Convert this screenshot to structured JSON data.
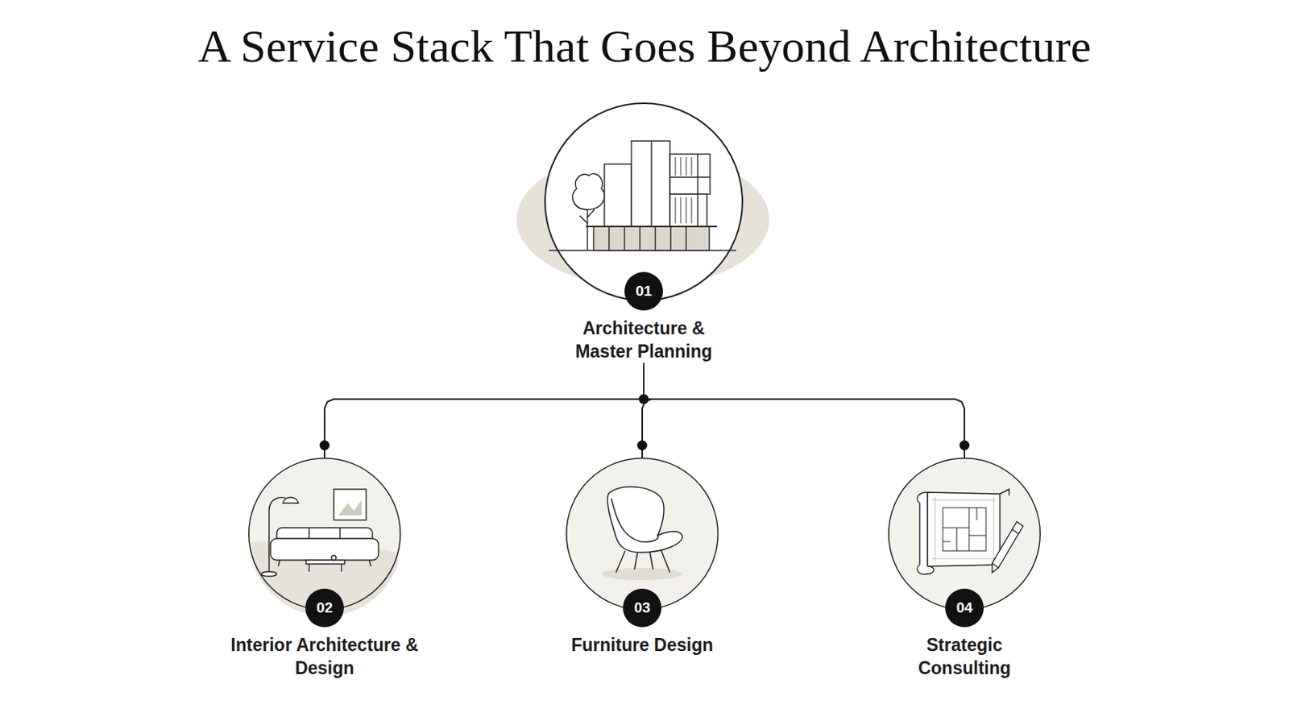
{
  "diagram": {
    "title": "A Service Stack That Goes Beyond Architecture",
    "nodes": [
      {
        "text": [
          "01",
          "Architecture & Master Planning"
        ]
      },
      {
        "text": [
          "02",
          "Interior Architecture & Design"
        ]
      },
      {
        "text": [
          "03",
          "Furniture Design"
        ]
      },
      {
        "text": [
          "04",
          "Strategic Consulting"
        ]
      }
    ],
    "edges": [
      {
        "from": 0,
        "to": 1,
        "arrow": "none"
      },
      {
        "from": 0,
        "to": 2,
        "arrow": "none"
      },
      {
        "from": 0,
        "to": 3,
        "arrow": "none"
      }
    ]
  }
}
